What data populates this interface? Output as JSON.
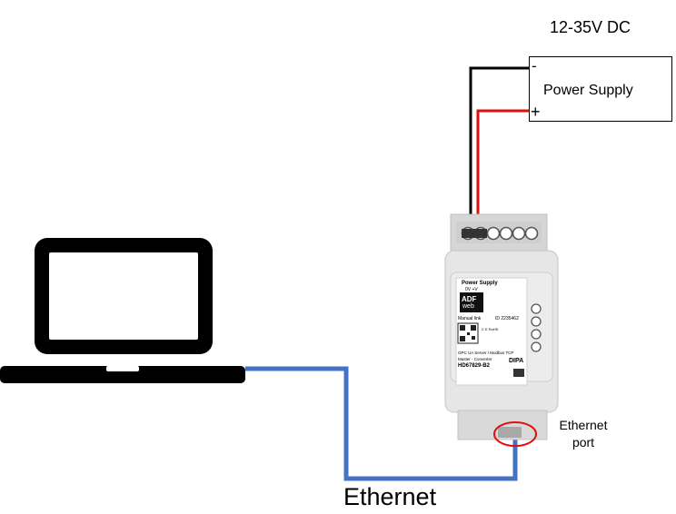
{
  "power_supply": {
    "voltage": "12-35V DC",
    "label": "Power Supply",
    "minus": "-",
    "plus": "+"
  },
  "ethernet_port": {
    "line1": "Ethernet",
    "line2": "port"
  },
  "ethernet_cable_label": "Ethernet",
  "device": {
    "power_header": "Power Supply",
    "terminals": "0V   +V",
    "logo_top": "ADF",
    "logo_bottom": "web",
    "manual": "Manual link",
    "model_text": "OPC UA Server / Modbus TCP",
    "role_text": "Master - Converter",
    "model_code": "HD67829-B2",
    "badge": "DIPA",
    "cert_text": "C E RoHS",
    "id_text": "ID 2235462"
  },
  "colors": {
    "negative_wire": "#000000",
    "positive_wire": "#e01010",
    "ethernet_cable": "#4472c4",
    "port_highlight": "#e01010"
  }
}
